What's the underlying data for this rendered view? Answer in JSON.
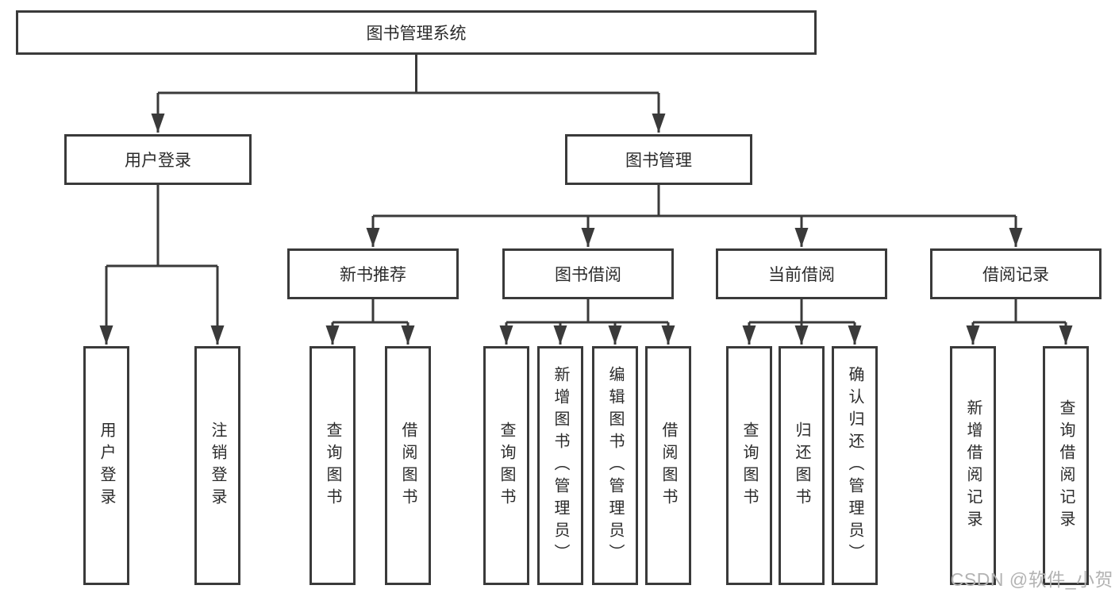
{
  "diagram": {
    "root": "图书管理系统",
    "user_login": "用户登录",
    "book_management": "图书管理",
    "new_book_recommendation": "新书推荐",
    "book_borrowing": "图书借阅",
    "current_borrowing": "当前借阅",
    "borrowing_records": "借阅记录",
    "leaf_user_login": "用户登录",
    "leaf_logout": "注销登录",
    "leaf_nb_query_books": "查询图书",
    "leaf_nb_borrow_books": "借阅图书",
    "leaf_bb_query_books": "查询图书",
    "leaf_bb_add_books": "新增图书（管理员）",
    "leaf_bb_edit_books": "编辑图书（管理员）",
    "leaf_bb_borrow_books": "借阅图书",
    "leaf_cb_query_books": "查询图书",
    "leaf_cb_return_books": "归还图书",
    "leaf_cb_confirm_return": "确认归还（管理员）",
    "leaf_br_add_record": "新增借阅记录",
    "leaf_br_query_record": "查询借阅记录"
  },
  "watermark": "CSDN @软件_小贺同学",
  "colors": {
    "line": "#3a3a3a",
    "text": "#2b2b2b",
    "watermark": "#b3b3b3",
    "background": "#ffffff"
  }
}
